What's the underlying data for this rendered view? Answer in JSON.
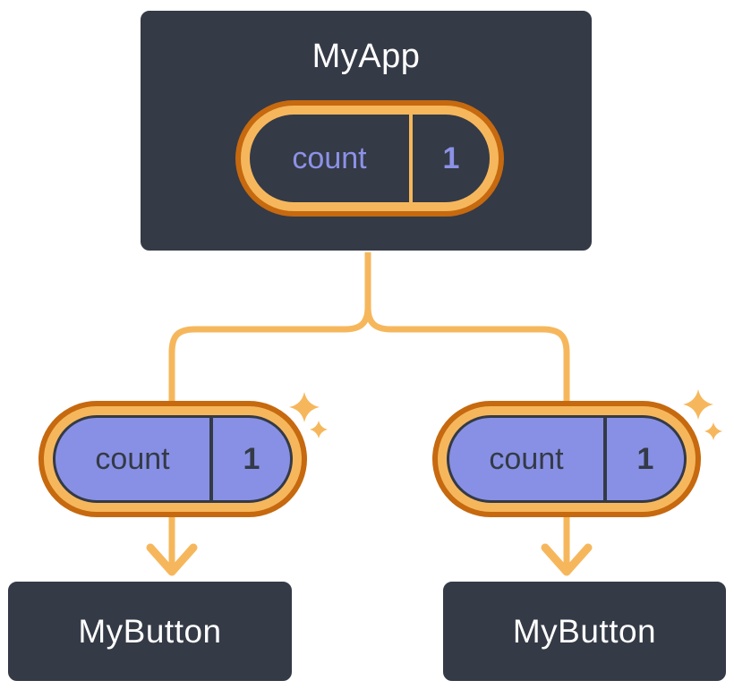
{
  "diagram": {
    "root": {
      "label": "MyApp",
      "state": {
        "name": "count",
        "value": "1"
      }
    },
    "children": [
      {
        "label": "MyButton",
        "prop": {
          "name": "count",
          "value": "1"
        }
      },
      {
        "label": "MyButton",
        "prop": {
          "name": "count",
          "value": "1"
        }
      }
    ],
    "colors": {
      "node_background": "#343A46",
      "node_text": "#FFFFFF",
      "pill_fill": "#8890E5",
      "pill_text_dark": "#343A46",
      "pill_text_light": "#8C92E6",
      "ring_outer": "#C6690F",
      "ring_inner": "#F6B75C",
      "connector": "#F6B75C",
      "background": "#FFFFFF"
    },
    "icons": {
      "sparkle": "sparkle-icon",
      "arrow": "arrow-down-icon"
    }
  }
}
